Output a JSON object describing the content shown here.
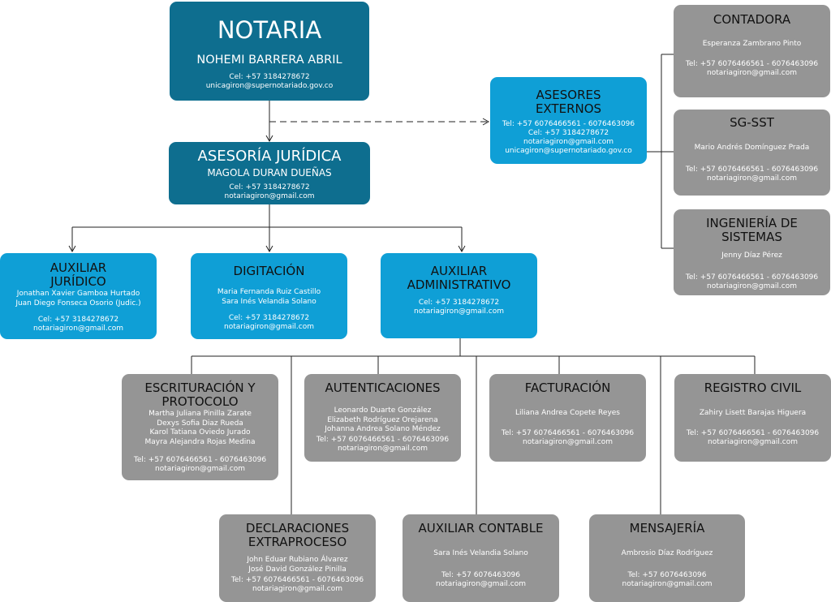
{
  "notaria": {
    "title": "NOTARIA",
    "name": "NOHEMI BARRERA ABRIL",
    "phone": "Cel: +57 3184278672",
    "email": "unicagiron@supernotariado.gov.co"
  },
  "asesoria": {
    "title": "ASESORÍA JURÍDICA",
    "name": "MAGOLA DURAN DUEÑAS",
    "phone": "Cel: +57 3184278672",
    "email": "notariagiron@gmail.com"
  },
  "asesores": {
    "title1": "ASESORES",
    "title2": "EXTERNOS",
    "tel": "Tel: +57 6076466561 - 6076463096",
    "phone": "Cel: +57 3184278672",
    "email1": "notariagiron@gmail.com",
    "email2": "unicagiron@supernotariado.gov.co"
  },
  "contadora": {
    "title": "CONTADORA",
    "name": "Esperanza Zambrano Pinto",
    "tel": "Tel: +57 6076466561 - 6076463096",
    "email": "notariagiron@gmail.com"
  },
  "sgsst": {
    "title": "SG-SST",
    "name": "Mario Andrés Domínguez Prada",
    "tel": "Tel: +57 6076466561 - 6076463096",
    "email": "notariagiron@gmail.com"
  },
  "ingenieria": {
    "title1": "INGENIERÍA DE",
    "title2": "SISTEMAS",
    "name": "Jenny Díaz Pérez",
    "tel": "Tel: +57 6076466561 - 6076463096",
    "email": "notariagiron@gmail.com"
  },
  "auxiliar_juridico": {
    "title1": "AUXILIAR",
    "title2": "JURÍDICO",
    "names": [
      "Jonathan Xavier Gamboa Hurtado",
      "Juan Diego Fonseca Osorio (Judic.)"
    ],
    "phone": "Cel: +57 3184278672",
    "email": "notariagiron@gmail.com"
  },
  "digitacion": {
    "title": "DIGITACIÓN",
    "names": [
      "Maria Fernanda Ruiz Castillo",
      "Sara Inés Velandia Solano"
    ],
    "phone": "Cel: +57 3184278672",
    "email": "notariagiron@gmail.com"
  },
  "auxiliar_administrativo": {
    "title1": "AUXILIAR",
    "title2": "ADMINISTRATIVO",
    "phone": "Cel: +57 3184278672",
    "email": "notariagiron@gmail.com"
  },
  "escrituracion": {
    "title1": "ESCRITURACIÓN Y",
    "title2": "PROTOCOLO",
    "names": [
      "Martha Juliana Pinilla Zarate",
      "Dexys Sofia Diaz Rueda",
      "Karol Tatiana Oviedo Jurado",
      "Mayra Alejandra Rojas Medina"
    ],
    "tel": "Tel: +57 6076466561 - 6076463096",
    "email": "notariagiron@gmail.com"
  },
  "autenticaciones": {
    "title": "AUTENTICACIONES",
    "names": [
      "Leonardo Duarte González",
      "Elizabeth Rodríguez Orejarena",
      "Johanna Andrea Solano Méndez"
    ],
    "tel": "Tel: +57 6076466561 - 6076463096",
    "email": "notariagiron@gmail.com"
  },
  "facturacion": {
    "title": "FACTURACIÓN",
    "name": "Liliana Andrea Copete Reyes",
    "tel": "Tel: +57 6076466561 - 6076463096",
    "email": "notariagiron@gmail.com"
  },
  "registro": {
    "title": "REGISTRO CIVIL",
    "name": "Zahiry Lisett Barajas Higuera",
    "tel": "Tel: +57 6076466561 - 6076463096",
    "email": "notariagiron@gmail.com"
  },
  "declaraciones": {
    "title1": "DECLARACIONES",
    "title2": "EXTRAPROCESO",
    "names": [
      "John Eduar Rubiano Álvarez",
      "José David González Pinilla"
    ],
    "tel": "Tel: +57 6076466561 - 6076463096",
    "email": "notariagiron@gmail.com"
  },
  "contable": {
    "title": "AUXILIAR CONTABLE",
    "name": "Sara Inés Velandia Solano",
    "tel": "Tel: +57 6076463096",
    "email": "notariagiron@gmail.com"
  },
  "mensajeria": {
    "title": "MENSAJERÍA",
    "name": "Ambrosio Díaz Rodríguez",
    "tel": "Tel: +57 6076463096",
    "email": "notariagiron@gmail.com"
  },
  "colors": {
    "dark": "#0e6e8f",
    "blue": "#0f9fd6",
    "gray": "#959595"
  }
}
